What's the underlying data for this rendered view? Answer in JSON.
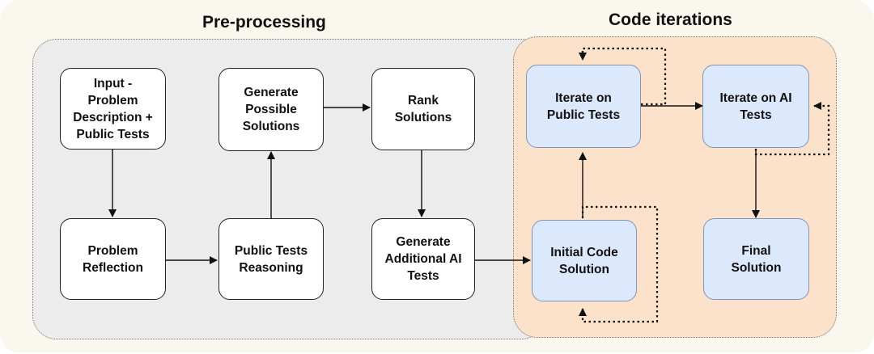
{
  "sections": {
    "pre_processing": "Pre-processing",
    "code_iterations": "Code iterations"
  },
  "nodes": {
    "input": "Input -\nProblem\nDescription +\nPublic Tests",
    "problem_reflection": "Problem\nReflection",
    "public_tests_reasoning": "Public Tests\nReasoning",
    "generate_solutions": "Generate\nPossible\nSolutions",
    "rank_solutions": "Rank\nSolutions",
    "generate_ai_tests": "Generate\nAdditional AI\nTests",
    "initial_code": "Initial Code\nSolution",
    "iterate_public": "Iterate on\nPublic Tests",
    "iterate_ai": "Iterate on AI\nTests",
    "final_solution": "Final\nSolution"
  },
  "colors": {
    "pre_processing_bg": "#ececec",
    "code_iterations_bg": "#fce1cb",
    "code_node_fill": "#dce8fb",
    "arrow": "#111111"
  }
}
